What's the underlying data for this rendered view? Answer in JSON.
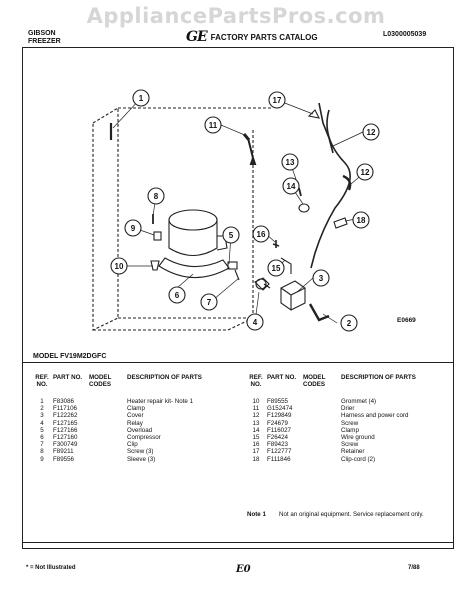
{
  "watermark": "AppliancePartsPros.com",
  "header": {
    "brand_line1": "GIBSON",
    "brand_line2": "FREEZER",
    "logo_text": "GE",
    "catalog_title": "FACTORY PARTS CATALOG",
    "doc_number": "L0300005039"
  },
  "diagram": {
    "callouts": [
      "1",
      "2",
      "3",
      "4",
      "5",
      "6",
      "7",
      "8",
      "9",
      "10",
      "11",
      "12",
      "12",
      "13",
      "14",
      "15",
      "16",
      "17",
      "18"
    ],
    "code": "E0669"
  },
  "model_label": "MODEL FV19M2DGFC",
  "table": {
    "headers": {
      "ref": "REF. NO.",
      "part": "PART NO.",
      "codes": "MODEL CODES",
      "desc": "DESCRIPTION OF PARTS"
    },
    "left_rows": [
      {
        "ref": "1",
        "part": "F83086",
        "code": "",
        "desc": "Heater repair kit- Note 1"
      },
      {
        "ref": "2",
        "part": "F117106",
        "code": "",
        "desc": "Clamp"
      },
      {
        "ref": "3",
        "part": "F122262",
        "code": "",
        "desc": "Cover"
      },
      {
        "ref": "4",
        "part": "F127165",
        "code": "",
        "desc": "Relay"
      },
      {
        "ref": "5",
        "part": "F127166",
        "code": "",
        "desc": "Overload"
      },
      {
        "ref": "6",
        "part": "F127160",
        "code": "",
        "desc": "Compressor"
      },
      {
        "ref": "7",
        "part": "F300749",
        "code": "",
        "desc": "Clip"
      },
      {
        "ref": "8",
        "part": "F89211",
        "code": "",
        "desc": "Screw (3)"
      },
      {
        "ref": "9",
        "part": "F89556",
        "code": "",
        "desc": "Sleeve (3)"
      }
    ],
    "right_rows": [
      {
        "ref": "10",
        "part": "F89555",
        "code": "",
        "desc": "Grommet (4)"
      },
      {
        "ref": "11",
        "part": "G152474",
        "code": "",
        "desc": "Drier"
      },
      {
        "ref": "12",
        "part": "F129849",
        "code": "",
        "desc": "Harness and power cord"
      },
      {
        "ref": "13",
        "part": "F24679",
        "code": "",
        "desc": "Screw"
      },
      {
        "ref": "14",
        "part": "F116027",
        "code": "",
        "desc": "Clamp"
      },
      {
        "ref": "15",
        "part": "F26424",
        "code": "",
        "desc": "Wire ground"
      },
      {
        "ref": "16",
        "part": "F89423",
        "code": "",
        "desc": "Screw"
      },
      {
        "ref": "17",
        "part": "F122777",
        "code": "",
        "desc": "Retainer"
      },
      {
        "ref": "18",
        "part": "F111846",
        "code": "",
        "desc": "Clip-cord (2)"
      }
    ],
    "note_label": "Note 1",
    "note_text": "Not an original equipment. Service replacement only."
  },
  "footer": {
    "left": "* = Not Illustrated",
    "center": "E0",
    "right": "7/88"
  }
}
